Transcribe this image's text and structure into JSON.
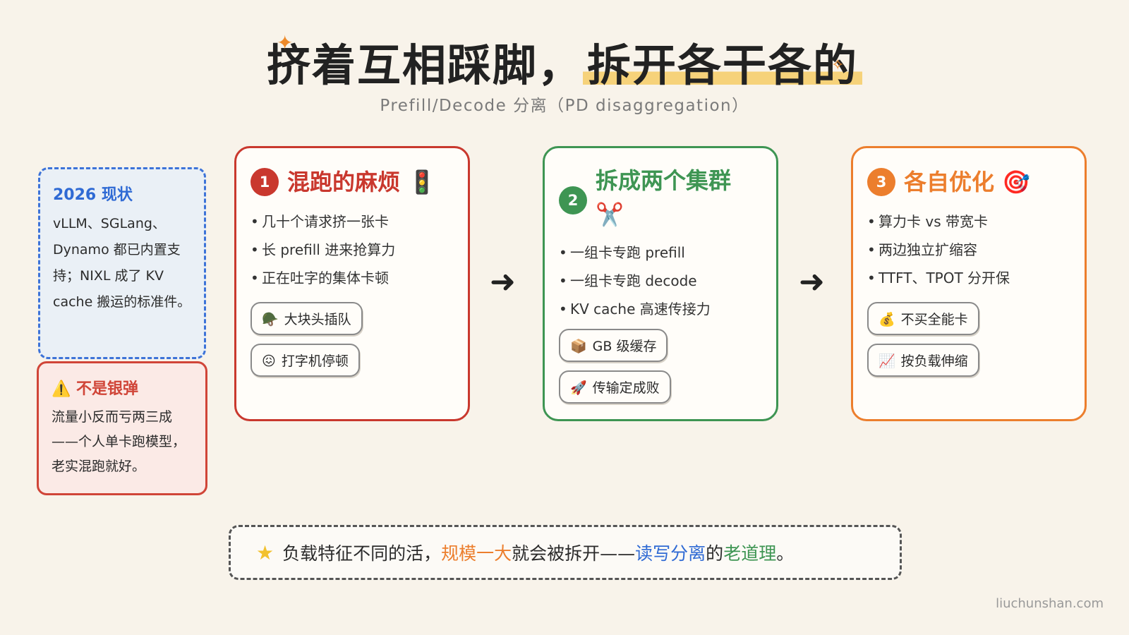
{
  "title": {
    "part1": "挤着互相踩脚，",
    "part2": "拆开各干各的"
  },
  "subtitle": "Prefill/Decode 分离（PD disaggregation）",
  "status_box": {
    "heading": "2026 现状",
    "text": "vLLM、SGLang、Dynamo 都已内置支持；NIXL 成了 KV cache 搬运的标准件。"
  },
  "warn_box": {
    "heading": "⚠️ 不是银弹",
    "text": "流量小反而亏两三成——个人单卡跑模型，老实混跑就好。"
  },
  "cards": [
    {
      "number": "1",
      "title": "混跑的麻烦 🚦",
      "bullets": [
        "几十个请求挤一张卡",
        "长 prefill 进来抢算力",
        "正在吐字的集体卡顿"
      ],
      "chips": [
        {
          "icon": "🪖",
          "label": "大块头插队"
        },
        {
          "icon": "😖",
          "label": "打字机停顿"
        }
      ]
    },
    {
      "number": "2",
      "title": "拆成两个集群 ✂️",
      "bullets": [
        "一组卡专跑 prefill",
        "一组卡专跑 decode",
        "KV cache 高速传接力"
      ],
      "chips": [
        {
          "icon": "📦",
          "label": "GB 级缓存"
        },
        {
          "icon": "🚀",
          "label": "传输定成败"
        }
      ]
    },
    {
      "number": "3",
      "title": "各自优化 🎯",
      "bullets": [
        "算力卡 vs 带宽卡",
        "两边独立扩缩容",
        "TTFT、TPOT 分开保"
      ],
      "chips": [
        {
          "icon": "💰",
          "label": "不买全能卡"
        },
        {
          "icon": "📈",
          "label": "按负载伸缩"
        }
      ]
    }
  ],
  "arrows": [
    "➜",
    "➜"
  ],
  "bottom": {
    "star": "★",
    "t1": "负载特征不同的活，",
    "t2": "规模一大",
    "t3": "就会被拆开——",
    "t4": "读写分离",
    "t5": "的",
    "t6": "老道理",
    "t7": "。"
  },
  "credit": "liuchunshan.com",
  "colors": {
    "red": "#c9382e",
    "green": "#3e9553",
    "orange": "#ec7e2d",
    "blue": "#2f6ad4"
  }
}
